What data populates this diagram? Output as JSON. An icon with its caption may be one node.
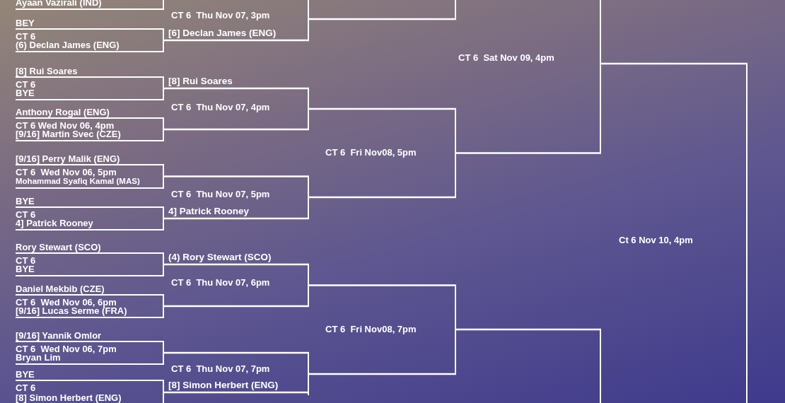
{
  "diagram": {
    "nodes": [
      {
        "text": [
          "Ayaan Vazirali (IND)"
        ]
      },
      {
        "text": [
          "BEY",
          "CT 6",
          "(6) Declan James (ENG)"
        ]
      },
      {
        "text": [
          "[8] Rui Soares",
          "CT 6",
          "BYE"
        ]
      },
      {
        "text": [
          "Anthony Rogal (ENG)",
          "CT 6 Wed Nov 06, 4pm",
          "[9/16] Martin Svec (CZE)"
        ]
      },
      {
        "text": [
          "[9/16] Perry Malik (ENG)",
          "CT 6  Wed Nov 06, 5pm",
          "Mohammad Syafiq Kamal (MAS)"
        ]
      },
      {
        "text": [
          "BYE",
          "CT 6",
          "4] Patrick Rooney"
        ]
      },
      {
        "text": [
          "Rory Stewart (SCO)",
          "CT 6",
          "BYE"
        ]
      },
      {
        "text": [
          "Daniel Mekbib (CZE)",
          "CT 6  Wed Nov 06, 6pm",
          "[9/16] Lucas Serme (FRA)"
        ]
      },
      {
        "text": [
          "[9/16] Yannik Omlor",
          "CT 6  Wed Nov 06, 7pm",
          "Bryan Lim"
        ]
      },
      {
        "text": [
          "BYE",
          "CT 6",
          "[8] Simon Herbert (ENG)"
        ]
      },
      {
        "text": [
          "CT 6  Thu Nov 07, 3pm"
        ]
      },
      {
        "text": [
          "CT 6  Thu Nov 07, 4pm"
        ]
      },
      {
        "text": [
          "CT 6  Thu Nov 07, 5pm"
        ]
      },
      {
        "text": [
          "CT 6  Thu Nov 07, 6pm"
        ]
      },
      {
        "text": [
          "CT 6  Thu Nov 07, 7pm"
        ]
      },
      {
        "text": [],
        "shape": "box"
      },
      {
        "text": [
          "CT 6  Fri Nov08, 5pm"
        ]
      },
      {
        "text": [
          "CT 6  Fri Nov08, 7pm"
        ]
      },
      {
        "text": [
          "CT 6  Sat Nov 09, 4pm"
        ]
      },
      {
        "text": [],
        "shape": "box"
      },
      {
        "text": [
          "Ct 6 Nov 10, 4pm"
        ]
      }
    ],
    "edges": [
      {
        "from": 1,
        "to": 10,
        "arrow": "none",
        "label": "[6] Declan James (ENG)"
      },
      {
        "from": 2,
        "to": 11,
        "arrow": "none",
        "label": "[8] Rui Soares"
      },
      {
        "from": 3,
        "to": 11,
        "arrow": "none"
      },
      {
        "from": 4,
        "to": 12,
        "arrow": "none"
      },
      {
        "from": 5,
        "to": 12,
        "arrow": "none",
        "label": "4] Patrick Rooney"
      },
      {
        "from": 6,
        "to": 13,
        "arrow": "none",
        "label": "(4) Rory Stewart (SCO)"
      },
      {
        "from": 7,
        "to": 13,
        "arrow": "none"
      },
      {
        "from": 8,
        "to": 14,
        "arrow": "none"
      },
      {
        "from": 9,
        "to": 14,
        "arrow": "none",
        "label": "[8] Simon Herbert (ENG)"
      },
      {
        "from": 10,
        "to": 15,
        "arrow": "none"
      },
      {
        "from": 11,
        "to": 16,
        "arrow": "none"
      },
      {
        "from": 12,
        "to": 16,
        "arrow": "none"
      },
      {
        "from": 13,
        "to": 17,
        "arrow": "none"
      },
      {
        "from": 14,
        "to": 17,
        "arrow": "none"
      },
      {
        "from": 16,
        "to": 18,
        "arrow": "none"
      },
      {
        "from": 17,
        "to": 19,
        "arrow": "none"
      },
      {
        "from": 18,
        "to": 20,
        "arrow": "none"
      }
    ]
  }
}
